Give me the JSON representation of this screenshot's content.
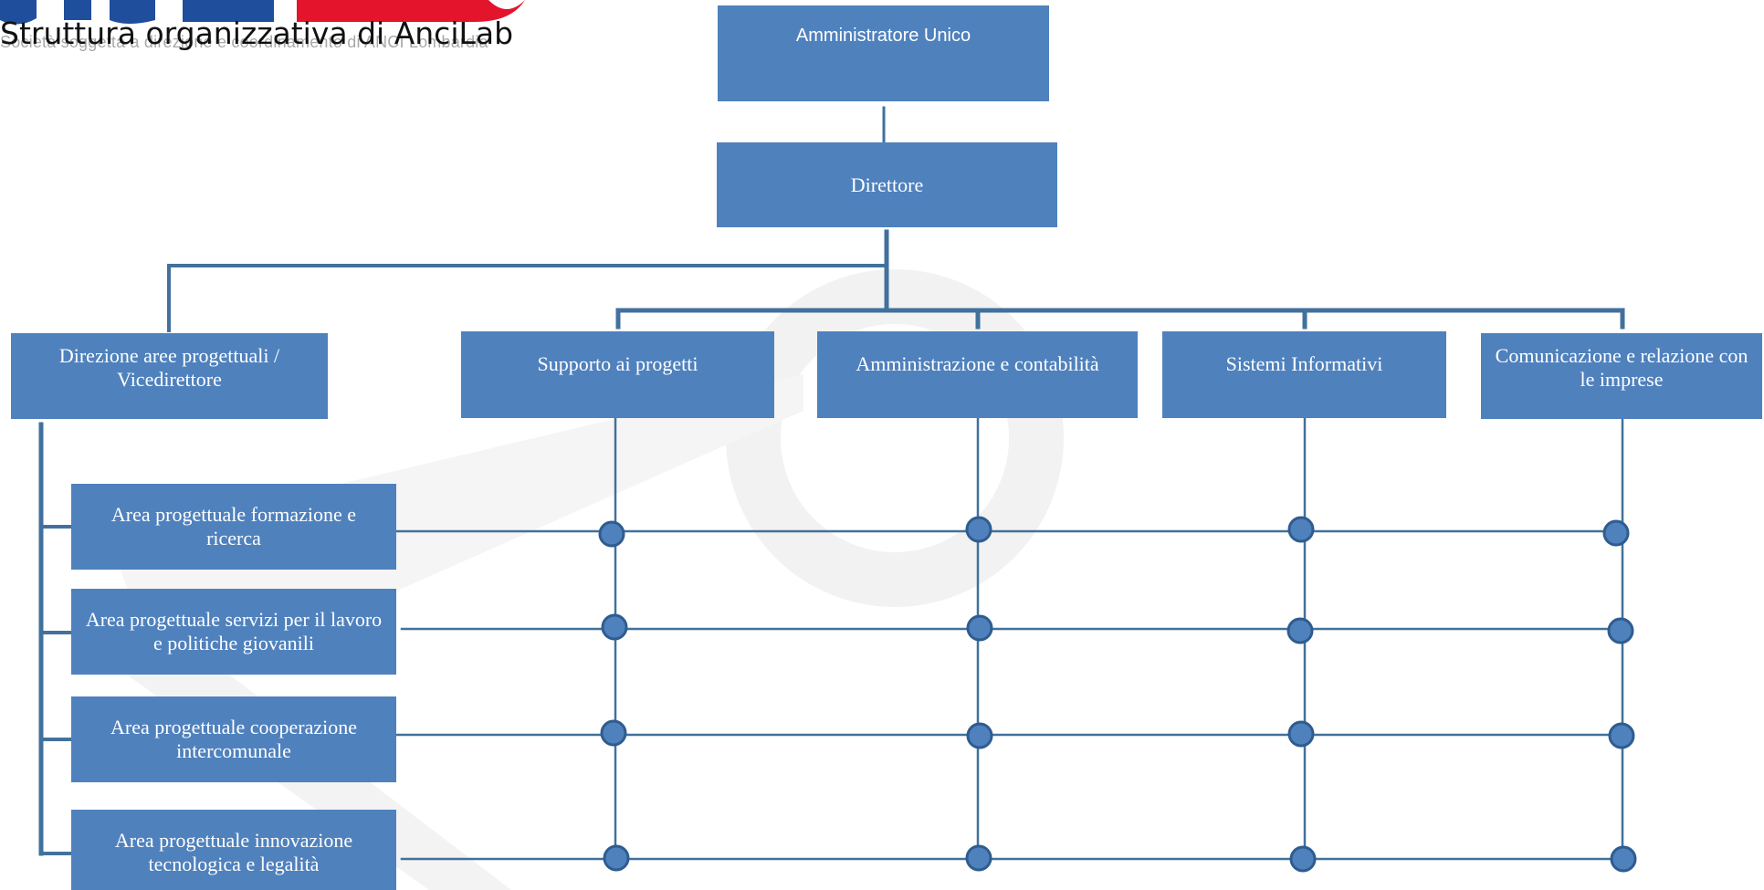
{
  "header": {
    "title": "Struttura organizzativa di AnciLab",
    "logo_subtitle": "Società soggetta a direzione e coordinamento di ANCI Lombardia"
  },
  "colors": {
    "box_fill": "#4f81bd",
    "connector": "#41719c",
    "node_fill": "#4f81bd",
    "logo_blue": "#1f4e9c",
    "logo_red": "#e3142b"
  },
  "nodes": {
    "amministratore": "Amministratore Unico",
    "direttore": "Direttore",
    "direzione_aree": "Direzione aree progettuali / Vicedirettore",
    "supporto": "Supporto ai progetti",
    "amministrazione": "Amministrazione e contabilità",
    "sistemi": "Sistemi Informativi",
    "comunicazione": "Comunicazione e relazione con le imprese",
    "area_formazione": "Area progettuale formazione e ricerca",
    "area_lavoro": "Area progettuale servizi per il lavoro e politiche giovanili",
    "area_cooperazione": "Area progettuale cooperazione intercomunale",
    "area_innovazione": "Area progettuale innovazione tecnologica e legalità"
  }
}
